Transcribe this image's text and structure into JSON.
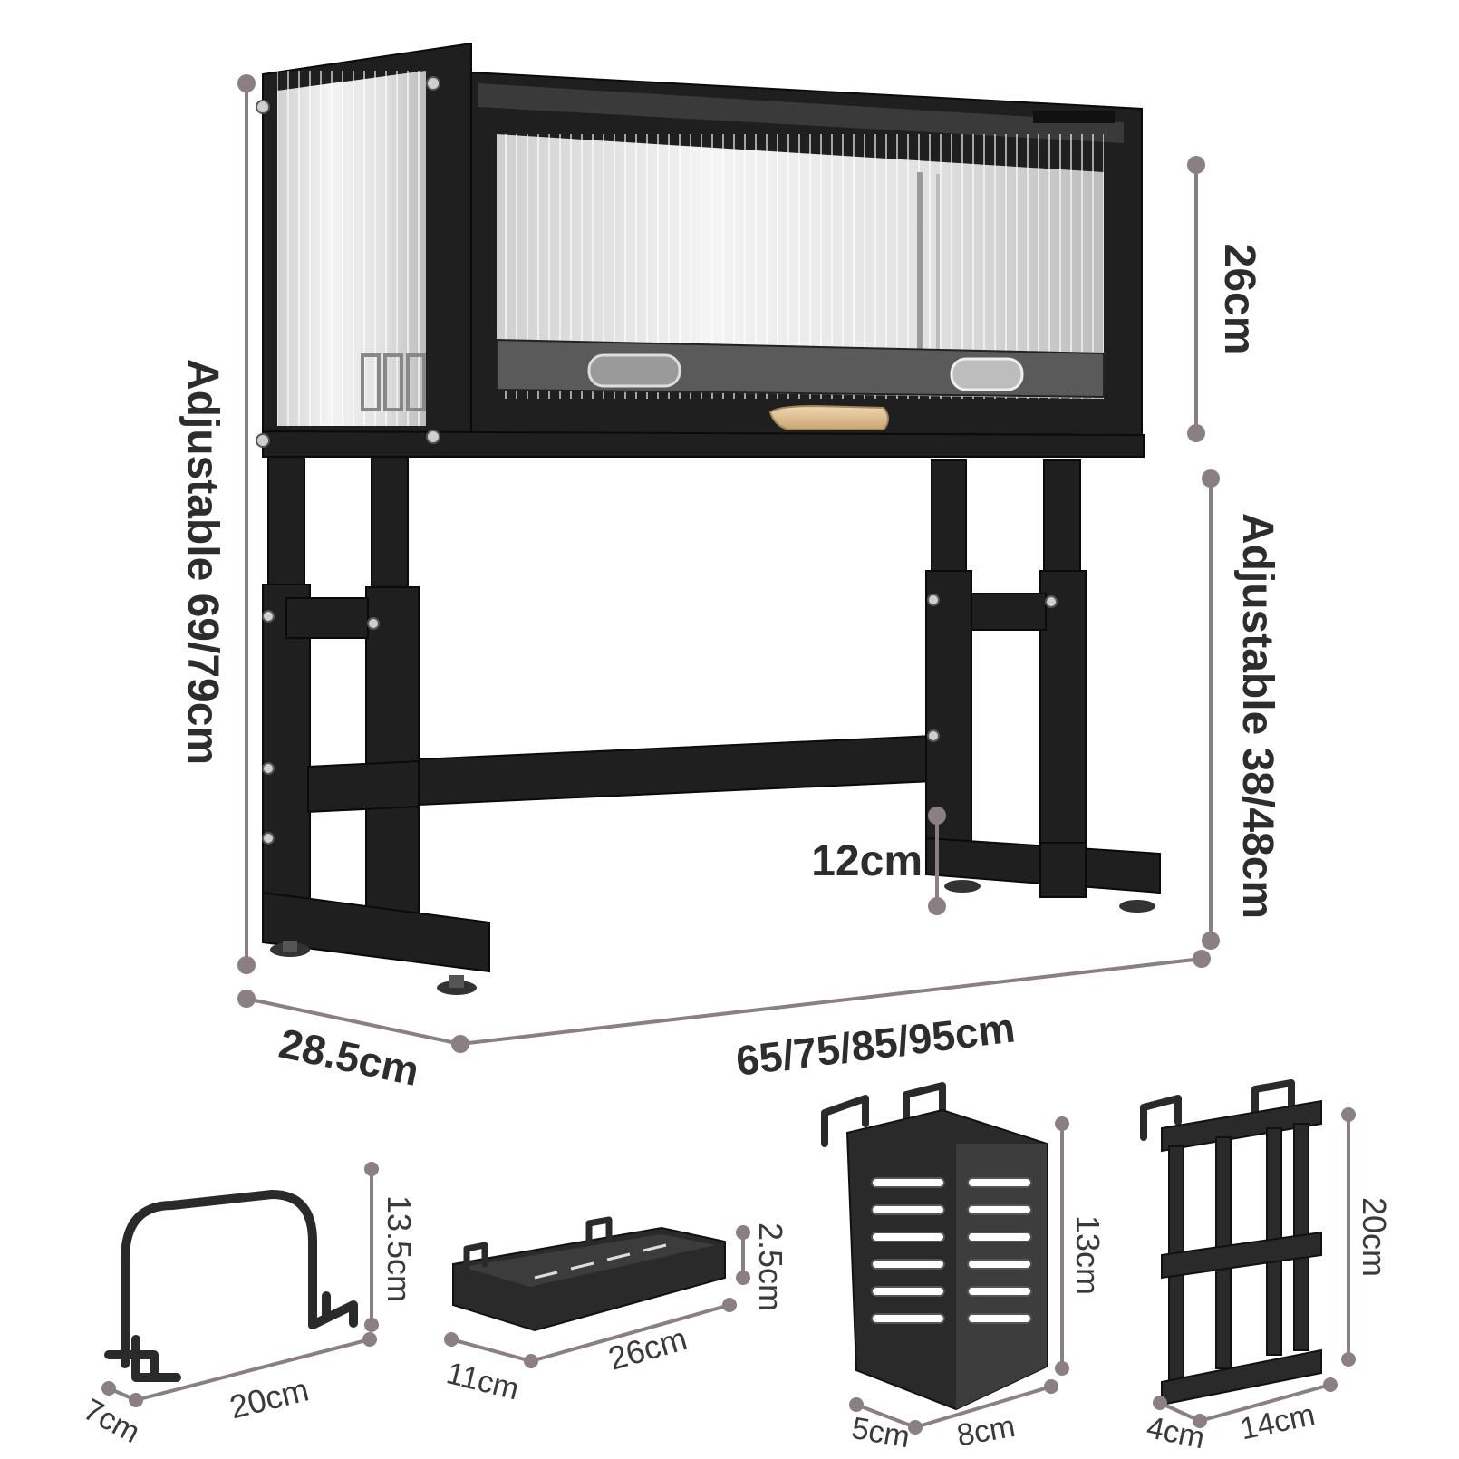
{
  "main_rack": {
    "height_label": "Adjustable 69/79cm",
    "cabinet_height_label": "26cm",
    "leg_height_label": "Adjustable 38/48cm",
    "foot_clearance_label": "12cm",
    "depth_label": "28.5cm",
    "width_label": "65/75/85/95cm"
  },
  "accessories": [
    {
      "name": "hook",
      "height_label": "13.5cm",
      "width_label": "20cm",
      "depth_label": "7cm"
    },
    {
      "name": "tray",
      "height_label": "2.5cm",
      "width_label": "26cm",
      "depth_label": "11cm"
    },
    {
      "name": "utensil-holder",
      "height_label": "13cm",
      "width_label": "8cm",
      "depth_label": "5cm"
    },
    {
      "name": "board-rack",
      "height_label": "20cm",
      "width_label": "14cm",
      "depth_label": "4cm"
    }
  ],
  "colors": {
    "dimension_line": "#8a7f82",
    "metal": "#1f1f1f",
    "handle": "#d9b98a"
  }
}
